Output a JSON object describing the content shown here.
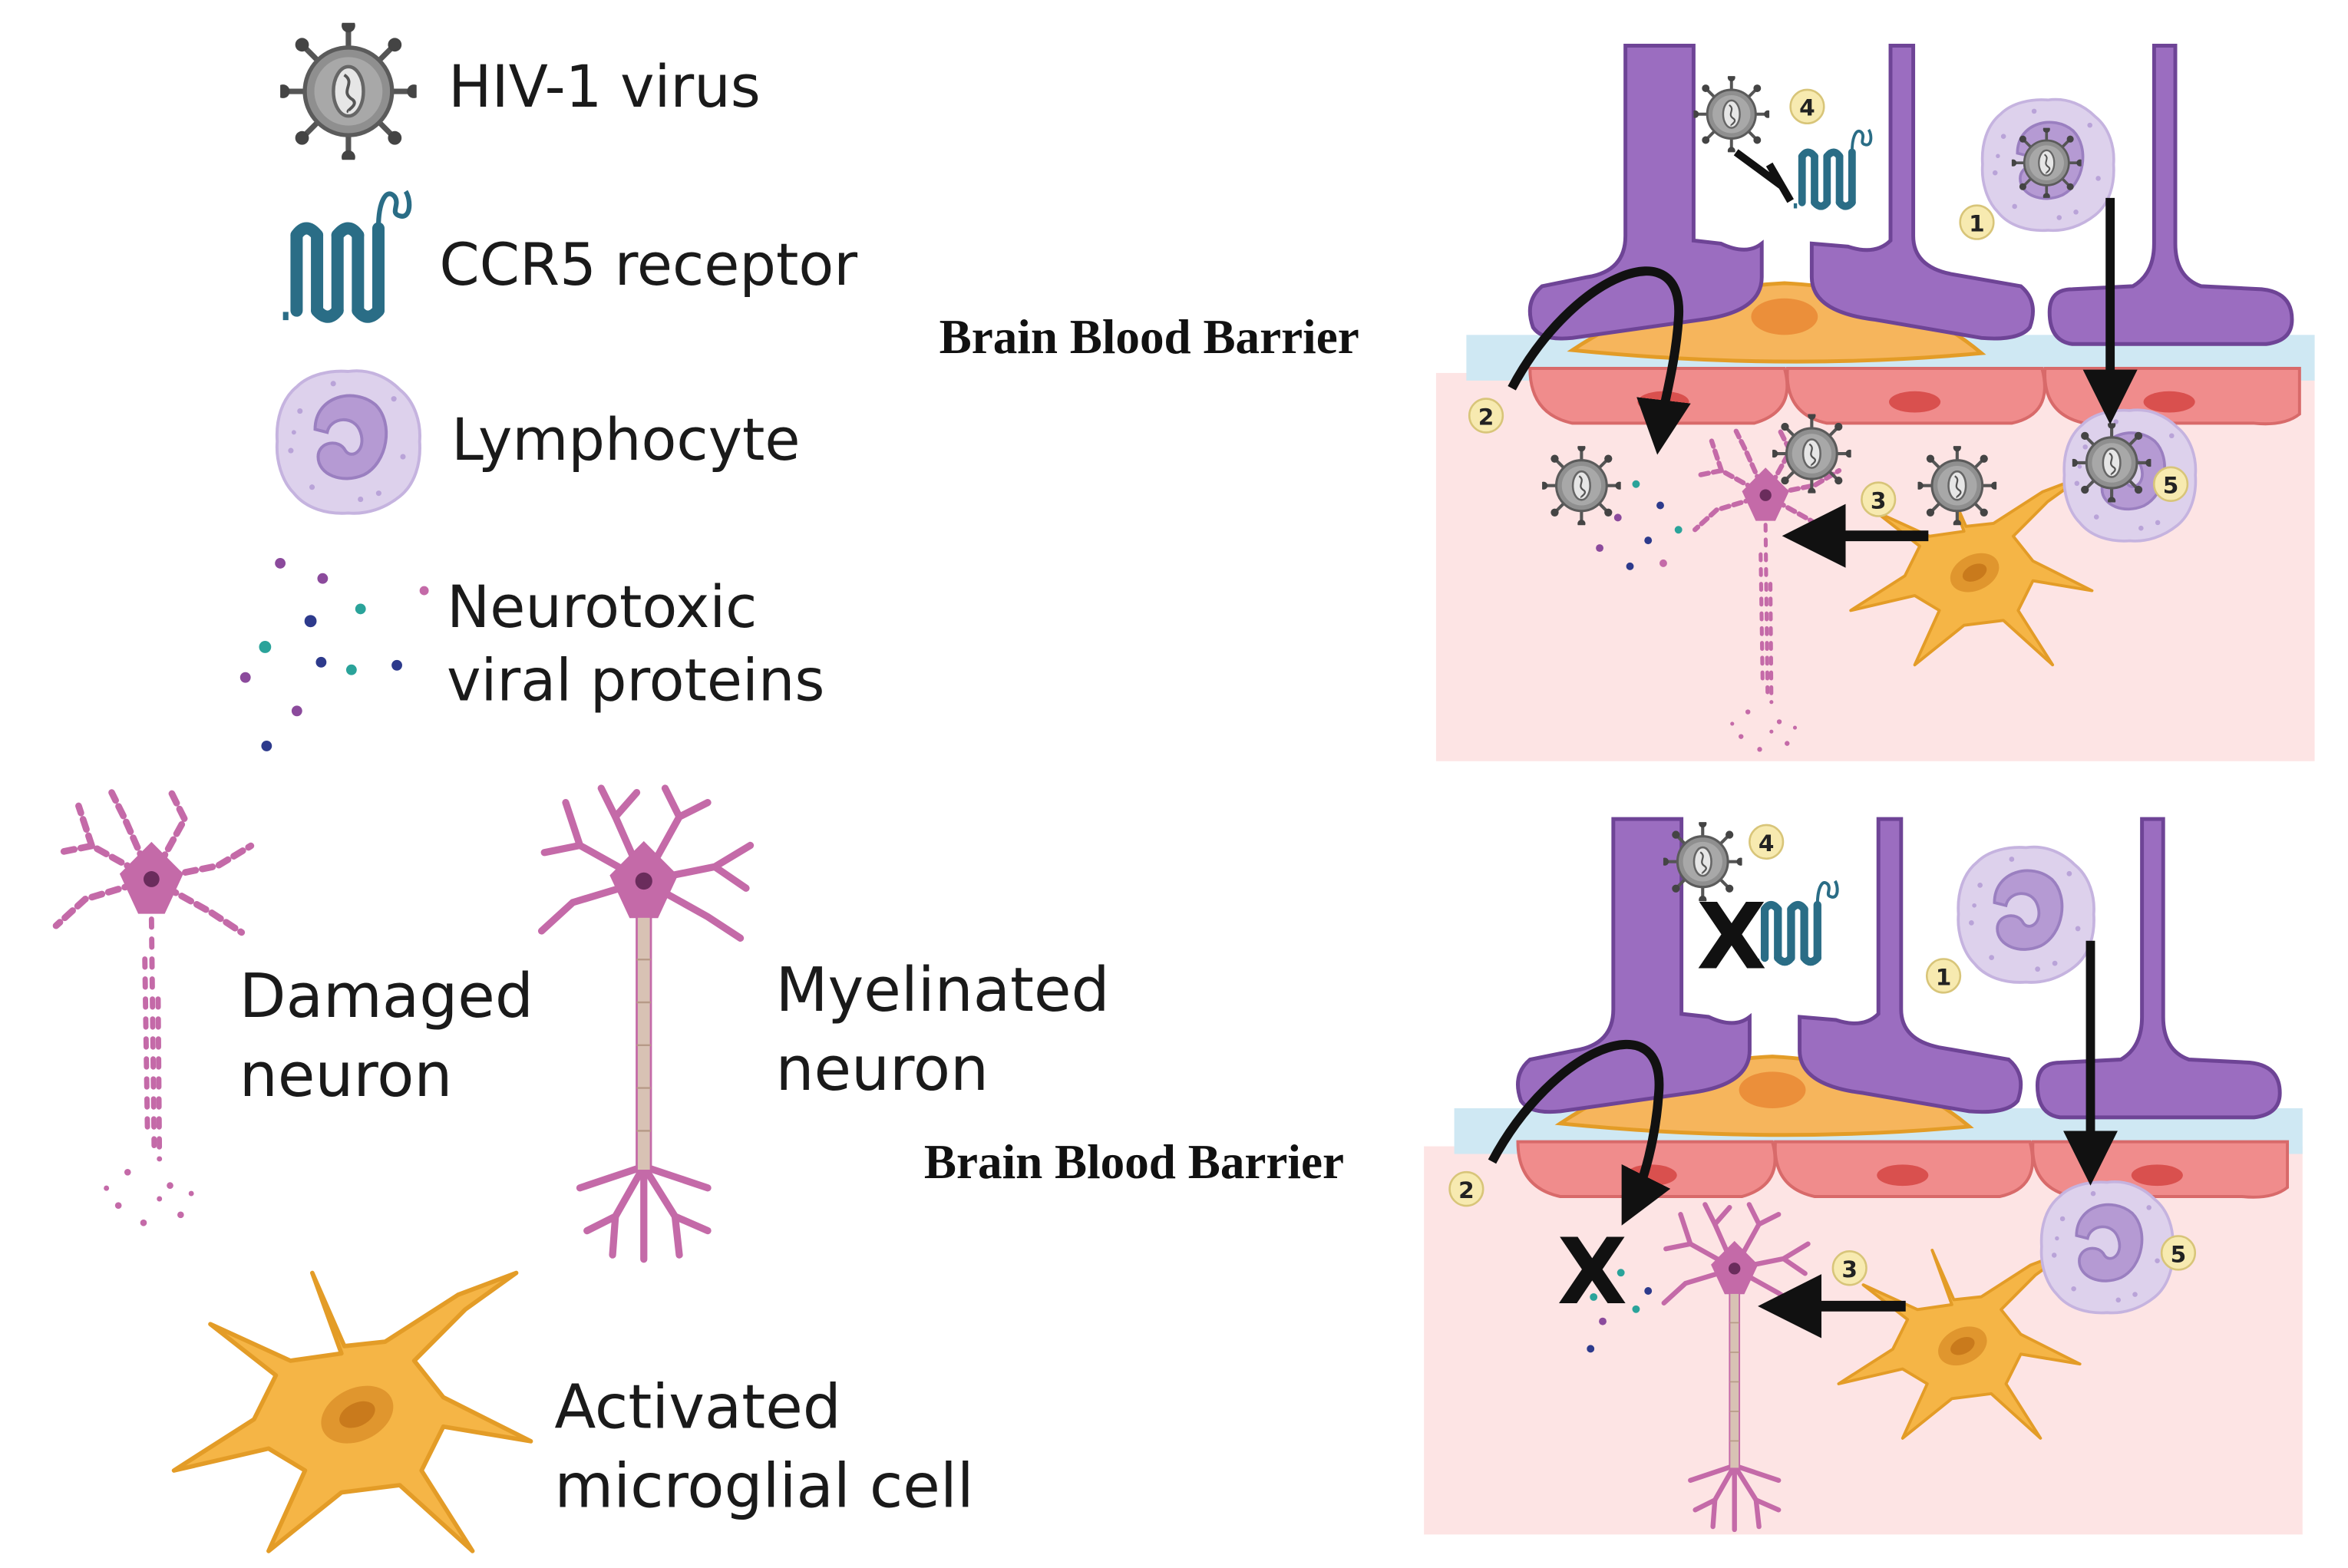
{
  "legend": {
    "hiv_label": "HIV-1 virus",
    "ccr5_label": "CCR5 receptor",
    "lymphocyte_label": "Lymphocyte",
    "neurotoxic_line1": "Neurotoxic",
    "neurotoxic_line2": "viral proteins",
    "damaged_line1": "Damaged",
    "damaged_line2": "neuron",
    "myelinated_line1": "Myelinated",
    "myelinated_line2": "neuron",
    "microglia_line1": "Activated",
    "microglia_line2": "microglial cell"
  },
  "top_panel": {
    "barrier_label": "Brain Blood Barrier",
    "steps": [
      "1",
      "2",
      "3",
      "4",
      "5"
    ]
  },
  "bottom_panel": {
    "barrier_label": "Brain Blood Barrier",
    "steps": [
      "1",
      "2",
      "3",
      "4",
      "5"
    ],
    "block_mark": "X"
  },
  "colors": {
    "vessel": "#9b6dc0",
    "vessel_outline": "#6e4496",
    "endothelial": "#f08c8c",
    "pericyte": "#f6b55c",
    "basement": "#cfe8f3",
    "brain": "#fde4e4",
    "virus": "#8a8a8a",
    "receptor": "#2a6d86",
    "lymphocyte": "#d9cdea",
    "neuron": "#c46aa8",
    "microglia": "#f5b546",
    "badge": "#f7eab0"
  }
}
